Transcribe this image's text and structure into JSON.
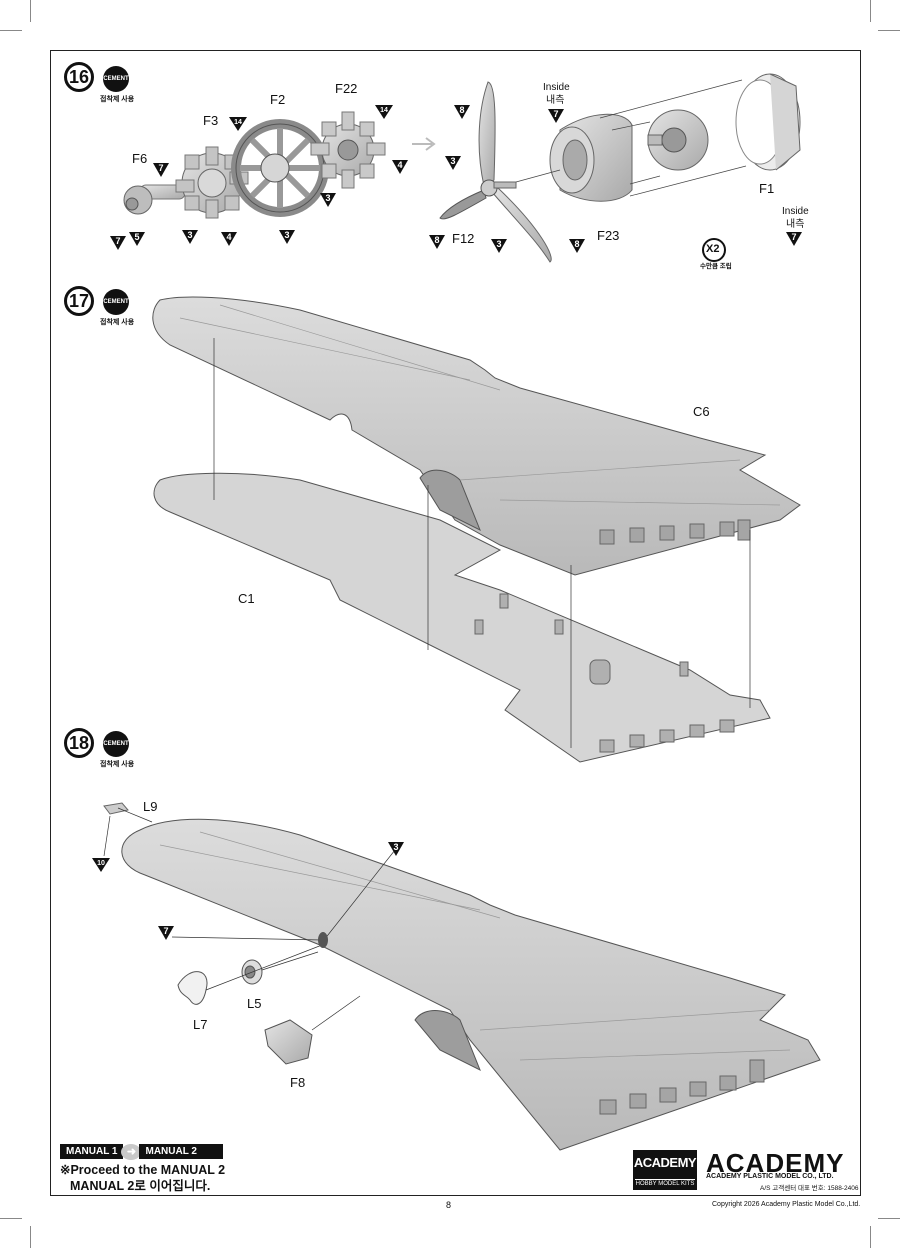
{
  "step16": {
    "number": "16",
    "cement": "CEMENT",
    "cement_note": "접착제 사용",
    "parts": {
      "f6": "F6",
      "f3": "F3",
      "f2": "F2",
      "f22": "F22",
      "f12": "F12",
      "f23": "F23",
      "f1": "F1"
    },
    "inside_en_1": "Inside",
    "inside_ko_1": "내측",
    "inside_en_2": "Inside",
    "inside_ko_2": "내측",
    "x2": "X2",
    "x2_note": "수만큼 조립",
    "color_codes": [
      "7",
      "7",
      "5",
      "3",
      "4",
      "14",
      "3",
      "14",
      "3",
      "4",
      "8",
      "3",
      "8",
      "3",
      "8",
      "7",
      "7"
    ]
  },
  "step17": {
    "number": "17",
    "cement": "CEMENT",
    "cement_note": "접착제 사용",
    "parts": {
      "c6": "C6",
      "c1": "C1"
    }
  },
  "step18": {
    "number": "18",
    "cement": "CEMENT",
    "cement_note": "접착제 사용",
    "parts": {
      "l9": "L9",
      "l5": "L5",
      "l7": "L7",
      "f8": "F8"
    },
    "color_codes": [
      "10",
      "3",
      "7"
    ]
  },
  "footer": {
    "manual1": "MANUAL 1",
    "manual2": "MANUAL 2",
    "proceed_en": "※Proceed to the MANUAL 2",
    "proceed_ko": "MANUAL 2로 이어집니다.",
    "brand_box_title": "ACADEMY",
    "brand_box_sub": "HOBBY MODEL KITS",
    "logo": "ACADEMY",
    "company": "ACADEMY PLASTIC MODEL CO., LTD.",
    "as_line": "A/S 고객센터 대표 번호: 1588-2406",
    "page_number": "8",
    "copyright": "Copyright 2026 Academy Plastic Model Co.,Ltd."
  }
}
